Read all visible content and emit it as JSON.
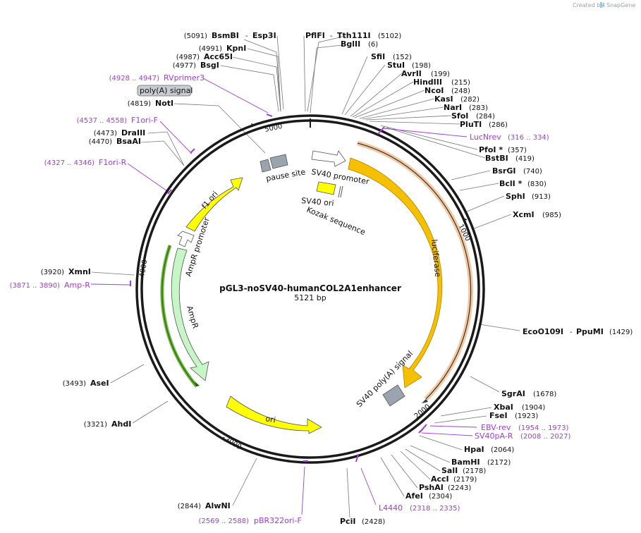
{
  "credit": {
    "prefix": "Created by",
    "brand": "SnapGene",
    "icon": "snapgene-logo-icon"
  },
  "map": {
    "name": "pGL3-noSV40-humanCOL2A1enhancer",
    "length_label": "5121 bp",
    "length": 5121,
    "tick_labels": [
      "1000",
      "2000",
      "3000",
      "4000",
      "5000"
    ],
    "colors": {
      "backbone": "#1a1a1a",
      "primer": "#a23be0",
      "leader_line": "#777777",
      "luciferase": "#f5c000",
      "luciferase_outline": "#c98a00",
      "sv40": "#ffffff",
      "ori": "#ffff00",
      "f1_ori": "#ffff00",
      "ampr": "#c6f5c6",
      "ampr_promoter": "#ffffff",
      "grey_feature": "#9aa4ae",
      "orf_highlight": "#f5c9a0",
      "orf_line": "#333333",
      "ampr_orf": "#6ab83a"
    }
  },
  "enzymes_right": [
    {
      "name": "PflFI",
      "pos": "",
      "connector": "-",
      "name2": "Tth111I",
      "pos2": "(5102)"
    },
    {
      "name": "BglII",
      "pos": "(6)"
    },
    {
      "name": "SfiI",
      "pos": "(152)"
    },
    {
      "name": "StuI",
      "pos": "(198)"
    },
    {
      "name": "AvrII",
      "pos": "(199)"
    },
    {
      "name": "HindIII",
      "pos": "(215)"
    },
    {
      "name": "NcoI",
      "pos": "(248)"
    },
    {
      "name": "KasI",
      "pos": "(282)"
    },
    {
      "name": "NarI",
      "pos": "(283)"
    },
    {
      "name": "SfoI",
      "pos": "(284)"
    },
    {
      "name": "PluTI",
      "pos": "(286)"
    },
    {
      "name": "PfoI *",
      "pos": "(357)"
    },
    {
      "name": "BstBI",
      "pos": "(419)"
    },
    {
      "name": "BsrGI",
      "pos": "(740)"
    },
    {
      "name": "BclI *",
      "pos": "(830)"
    },
    {
      "name": "SphI",
      "pos": "(913)"
    },
    {
      "name": "XcmI",
      "pos": "(985)"
    },
    {
      "name": "EcoO109I",
      "pos": "",
      "connector": "-",
      "name2": "PpuMI",
      "pos2": "(1429)"
    },
    {
      "name": "SgrAI",
      "pos": "(1678)"
    },
    {
      "name": "XbaI",
      "pos": "(1904)"
    },
    {
      "name": "FseI",
      "pos": "(1923)"
    },
    {
      "name": "HpaI",
      "pos": "(2064)"
    },
    {
      "name": "BamHI",
      "pos": "(2172)"
    },
    {
      "name": "SalI",
      "pos": "(2178)"
    },
    {
      "name": "AccI",
      "pos": "(2179)"
    },
    {
      "name": "PshAI",
      "pos": "(2243)"
    },
    {
      "name": "AfeI",
      "pos": "(2304)"
    },
    {
      "name": "PciI",
      "pos": "(2428)"
    }
  ],
  "enzymes_left": [
    {
      "name": "BsmBI",
      "pos": "(5091)",
      "connector": "-",
      "name2": "Esp3I"
    },
    {
      "name": "KpnI",
      "pos": "(4991)"
    },
    {
      "name": "Acc65I",
      "pos": "(4987)"
    },
    {
      "name": "BsgI",
      "pos": "(4977)"
    },
    {
      "name": "NotI",
      "pos": "(4819)"
    },
    {
      "name": "DraIII",
      "pos": "(4473)"
    },
    {
      "name": "BsaAI",
      "pos": "(4470)"
    },
    {
      "name": "XmnI",
      "pos": "(3920)"
    },
    {
      "name": "AseI",
      "pos": "(3493)"
    },
    {
      "name": "AhdI",
      "pos": "(3321)"
    },
    {
      "name": "AlwNI",
      "pos": "(2844)"
    }
  ],
  "primers": [
    {
      "name": "RVprimer3",
      "range": "(4928 .. 4947)"
    },
    {
      "name": "F1ori-F",
      "range": "(4537 .. 4558)"
    },
    {
      "name": "F1ori-R",
      "range": "(4327 .. 4346)"
    },
    {
      "name": "Amp-R",
      "range": "(3871 .. 3890)"
    },
    {
      "name": "LucNrev",
      "range": "(316 .. 334)"
    },
    {
      "name": "EBV-rev",
      "range": "(1954 .. 1973)"
    },
    {
      "name": "SV40pA-R",
      "range": "(2008 .. 2027)"
    },
    {
      "name": "L4440",
      "range": "(2318 .. 2335)"
    },
    {
      "name": "pBR322ori-F",
      "range": "(2569 .. 2588)"
    }
  ],
  "features": {
    "polyA_signal": "poly(A) signal",
    "pause_site": "pause site",
    "sv40_promoter": "SV40 promoter",
    "sv40_ori": "SV40 ori",
    "kozak": "Kozak sequence",
    "luciferase": "luciferase",
    "sv40_polya": "SV40 poly(A) signal",
    "ori": "ori",
    "ampr": "AmpR",
    "ampr_promoter": "AmpR promoter",
    "f1_ori": "f1 ori"
  }
}
